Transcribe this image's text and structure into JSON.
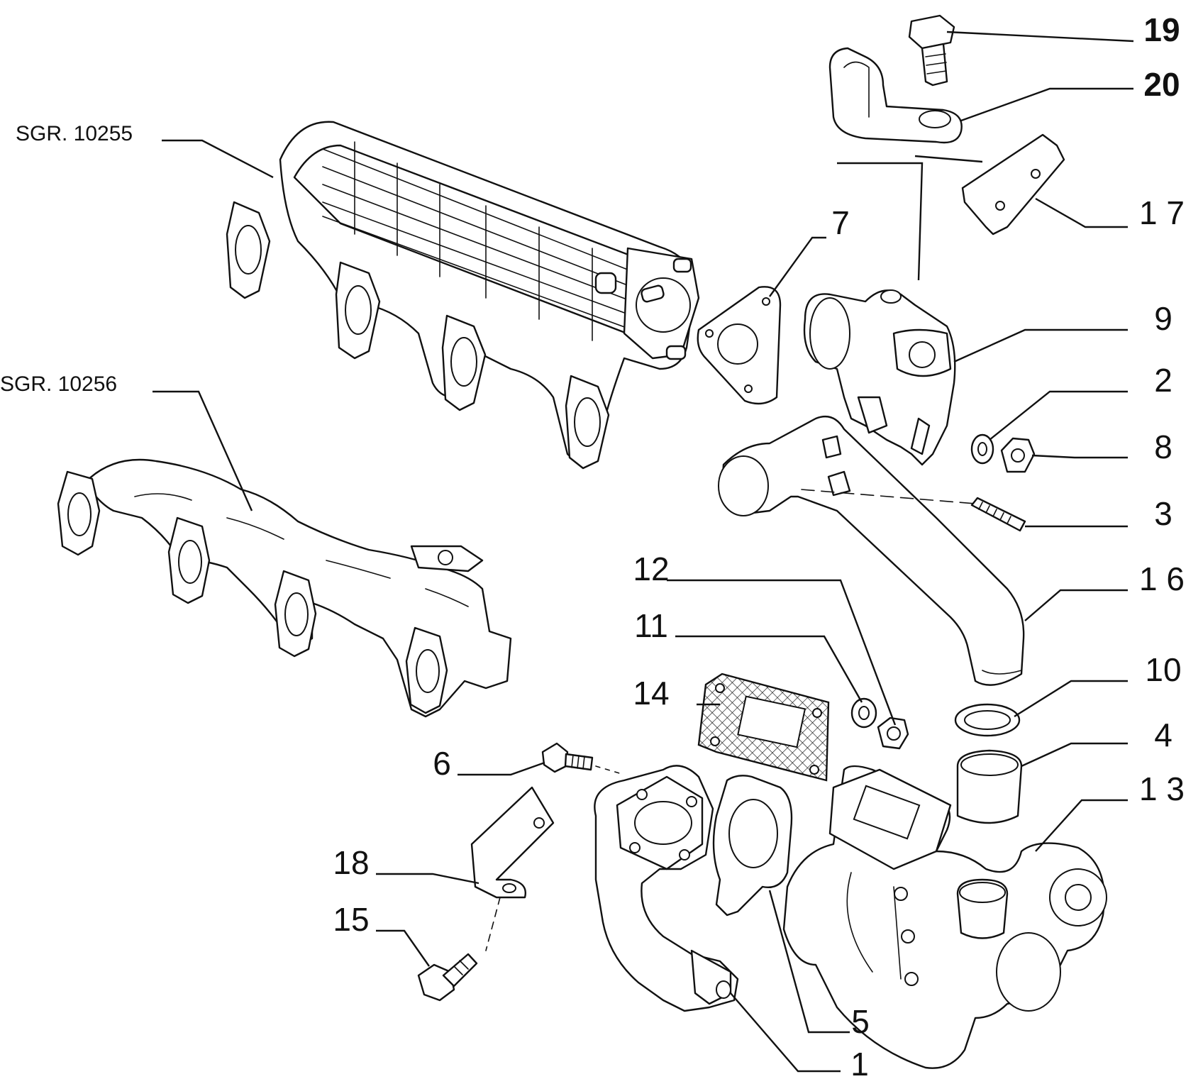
{
  "references": [
    {
      "id": "sgr-10255",
      "text": "SGR. 10255"
    },
    {
      "id": "sgr-10256",
      "text": "SGR. 10256"
    }
  ],
  "callouts": [
    {
      "id": "19",
      "text": "19"
    },
    {
      "id": "20",
      "text": "20"
    },
    {
      "id": "17",
      "text": "1 7"
    },
    {
      "id": "7",
      "text": "7"
    },
    {
      "id": "9",
      "text": "9"
    },
    {
      "id": "2",
      "text": "2"
    },
    {
      "id": "8",
      "text": "8"
    },
    {
      "id": "3",
      "text": "3"
    },
    {
      "id": "12",
      "text": "12"
    },
    {
      "id": "16",
      "text": "1 6"
    },
    {
      "id": "11",
      "text": "11"
    },
    {
      "id": "10",
      "text": "10"
    },
    {
      "id": "14",
      "text": "14"
    },
    {
      "id": "4",
      "text": "4"
    },
    {
      "id": "6",
      "text": "6"
    },
    {
      "id": "13",
      "text": "1 3"
    },
    {
      "id": "18",
      "text": "18"
    },
    {
      "id": "15",
      "text": "15"
    },
    {
      "id": "5",
      "text": "5"
    },
    {
      "id": "1",
      "text": "1"
    }
  ]
}
